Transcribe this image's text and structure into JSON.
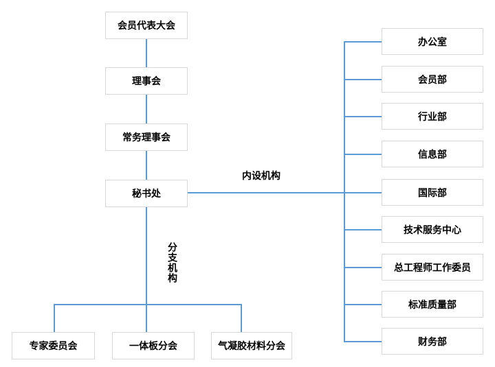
{
  "diagram": {
    "type": "org-chart",
    "colors": {
      "line": "#5b9bd5",
      "box_border": "#d8d8d8",
      "box_bg": "#ffffff",
      "text": "#000000",
      "canvas_bg": "#ffffff"
    },
    "left_chain": [
      "会员代表大会",
      "理事会",
      "常务理事会",
      "秘书处"
    ],
    "internal_label": "内设机构",
    "internal_departments": [
      "办公室",
      "会员部",
      "行业部",
      "信息部",
      "国际部",
      "技术服务中心",
      "总工程师工作委员",
      "标准质量部",
      "财务部"
    ],
    "branch_label": "分支机构",
    "branch_units": [
      "专家委员会",
      "一体板分会",
      "气凝胶材料分会"
    ]
  }
}
